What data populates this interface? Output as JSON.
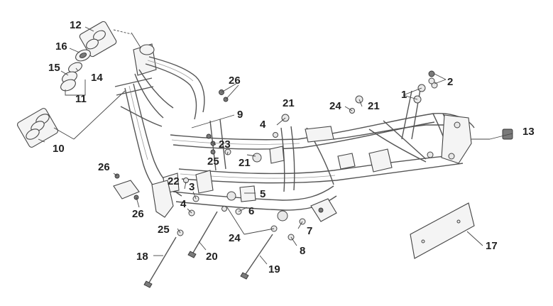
{
  "diagram": {
    "callouts": [
      "1",
      "2",
      "3",
      "4",
      "4",
      "5",
      "6",
      "7",
      "8",
      "9",
      "10",
      "11",
      "12",
      "13",
      "14",
      "15",
      "16",
      "17",
      "18",
      "19",
      "20",
      "21",
      "21",
      "21",
      "22",
      "23",
      "24",
      "24",
      "25",
      "25",
      "26",
      "26",
      "26"
    ]
  }
}
